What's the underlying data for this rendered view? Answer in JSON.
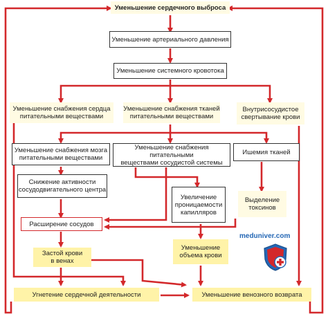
{
  "nodes": {
    "top": "Уменьшение сердечного выброса",
    "bp": "Уменьшение артериального давления",
    "sys_flow": "Уменьшение системного кровотока",
    "heart_supply": "Уменьшение снабжения сердца\nпитательными веществами",
    "tissue_supply": "Уменьшение снабжения тканей\nпитательными веществами",
    "dic": "Внутрисосудистое\nсвертывание крови",
    "brain_supply": "Уменьшение снабжения мозга\nпитательными веществами",
    "vessel_supply": "Уменьшение снабжения питательными\nвеществами сосудистой системы",
    "ischemia": "Ишемия тканей",
    "vasomotor": "Снижение активности\nсосудодвигательного центра",
    "permeability": "Увеличение\nпроницаемости\nкапилляров",
    "toxins": "Выделение\nтоксинов",
    "dilation": "Расширение сосудов",
    "stasis": "Застой крови\nв венах",
    "blood_volume": "Уменьшение\nобъема крови",
    "cardiac_depression": "Угнетение сердечной деятельности",
    "venous_return": "Уменьшение венозного возврата"
  },
  "watermark": "meduniver.com",
  "colors": {
    "arrow": "#d3282b",
    "box_border": "#333333",
    "highlight": "#fff3a8"
  }
}
